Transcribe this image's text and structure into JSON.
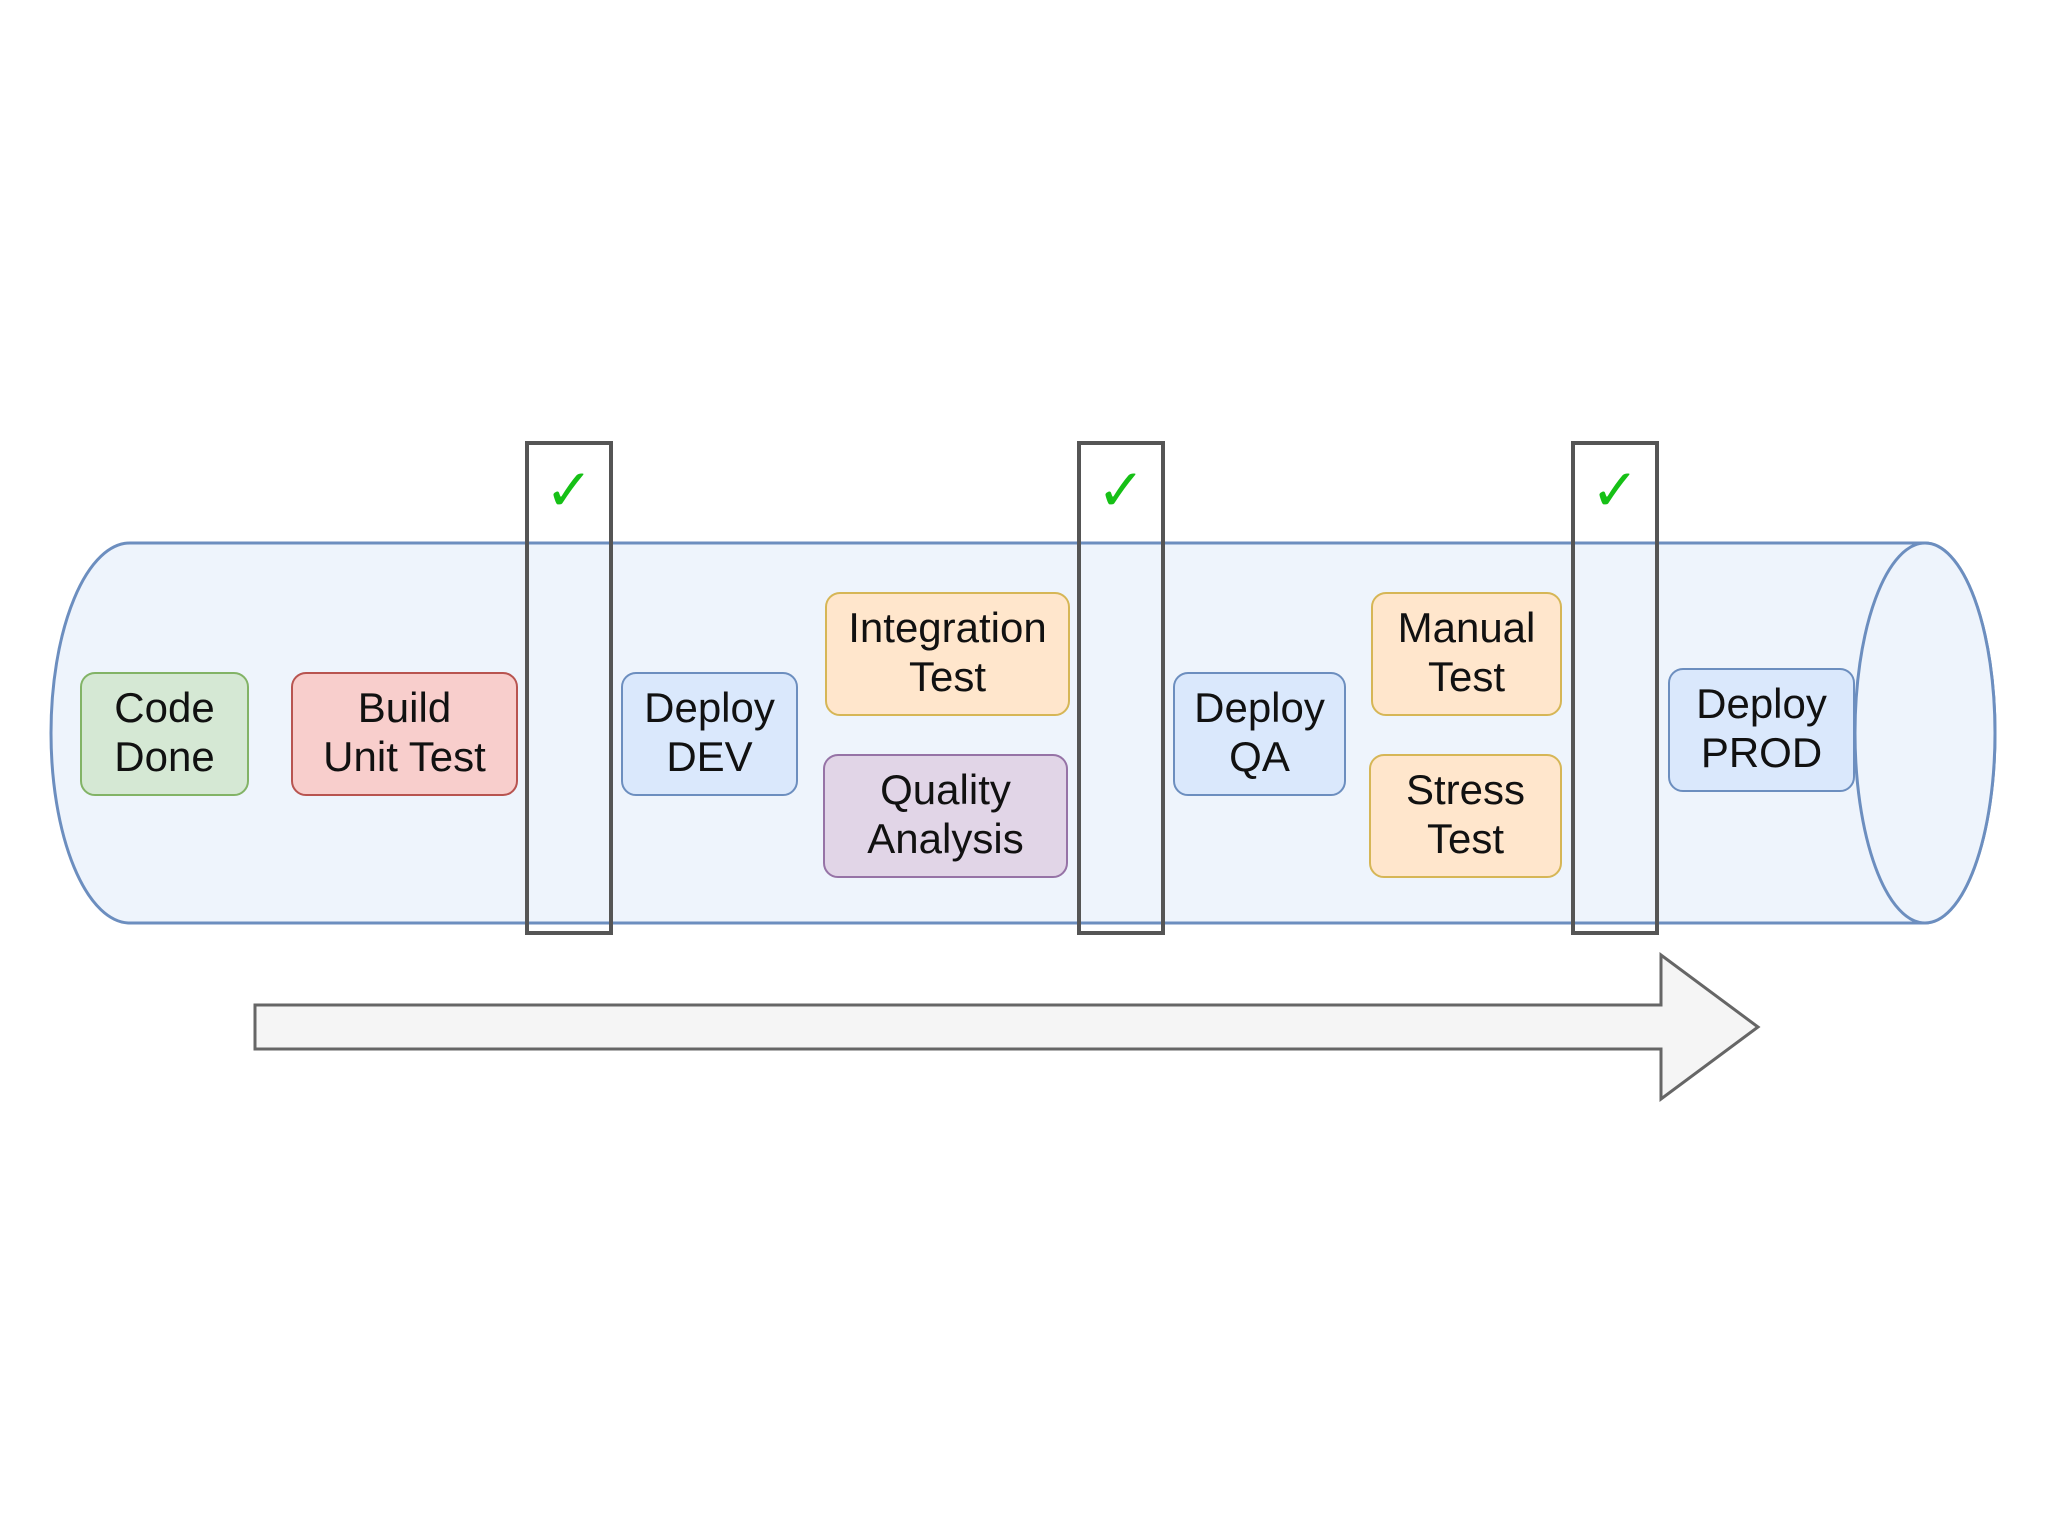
{
  "stages": [
    {
      "id": "code-done",
      "lines": [
        "Code",
        "Done"
      ],
      "fill": "#d5e8d4",
      "stroke": "#82b366"
    },
    {
      "id": "build-unit-test",
      "lines": [
        "Build",
        "Unit Test"
      ],
      "fill": "#f8cecc",
      "stroke": "#b85450"
    },
    {
      "id": "deploy-dev",
      "lines": [
        "Deploy",
        "DEV"
      ],
      "fill": "#dae8fc",
      "stroke": "#6c8ebf"
    },
    {
      "id": "integration-test",
      "lines": [
        "Integration",
        "Test"
      ],
      "fill": "#ffe6cc",
      "stroke": "#d6b656"
    },
    {
      "id": "quality-analysis",
      "lines": [
        "Quality",
        "Analysis"
      ],
      "fill": "#e1d5e7",
      "stroke": "#9673a6"
    },
    {
      "id": "deploy-qa",
      "lines": [
        "Deploy",
        "QA"
      ],
      "fill": "#dae8fc",
      "stroke": "#6c8ebf"
    },
    {
      "id": "manual-test",
      "lines": [
        "Manual",
        "Test"
      ],
      "fill": "#ffe6cc",
      "stroke": "#d6b656"
    },
    {
      "id": "stress-test",
      "lines": [
        "Stress",
        "Test"
      ],
      "fill": "#ffe6cc",
      "stroke": "#d6b656"
    },
    {
      "id": "deploy-prod",
      "lines": [
        "Deploy",
        "PROD"
      ],
      "fill": "#dae8fc",
      "stroke": "#6c8ebf"
    }
  ],
  "gates": [
    {
      "id": "gate-1",
      "mark": "✓"
    },
    {
      "id": "gate-2",
      "mark": "✓"
    },
    {
      "id": "gate-3",
      "mark": "✓"
    }
  ],
  "colors": {
    "pipe_fill": "#eef4fc",
    "pipe_stroke": "#6c8ebf",
    "gate_stroke": "#555555",
    "check": "#16c016",
    "arrow_fill": "#f5f5f5",
    "arrow_stroke": "#666666"
  }
}
